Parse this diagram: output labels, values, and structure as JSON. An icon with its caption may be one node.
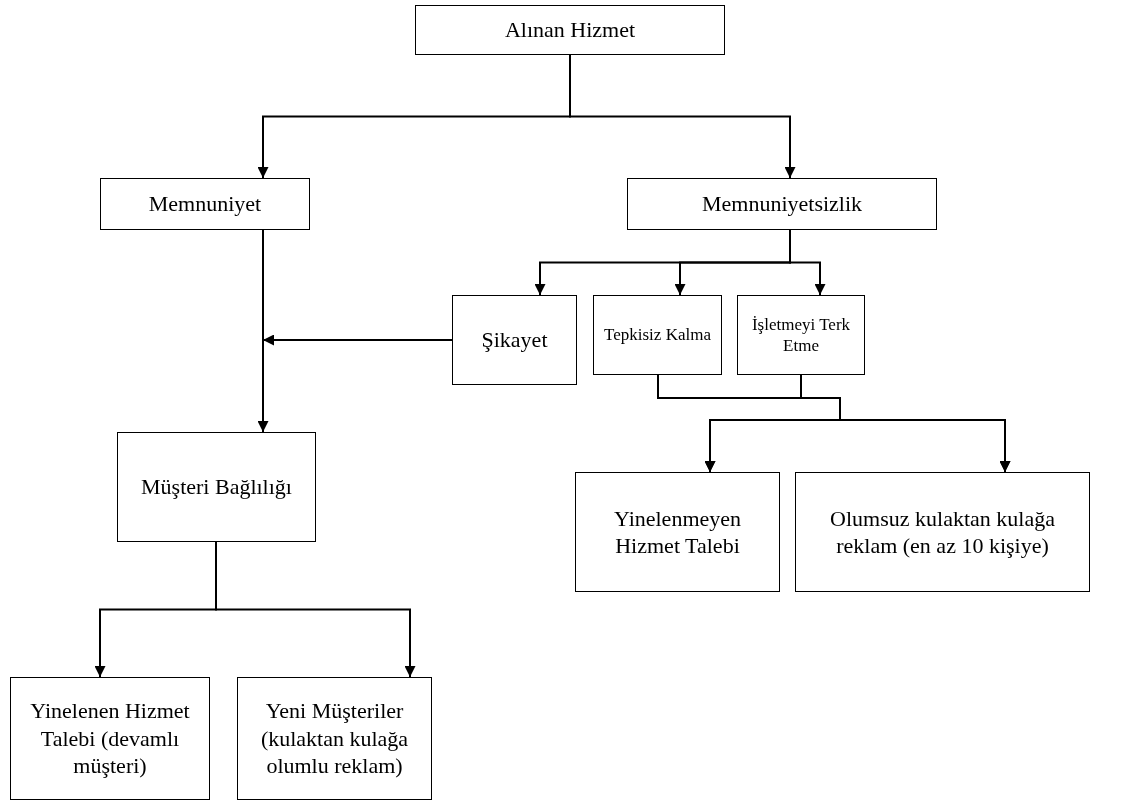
{
  "diagram": {
    "nodes": [
      {
        "text": [
          "Alınan Hizmet"
        ]
      },
      {
        "text": [
          "Memnuniyet"
        ]
      },
      {
        "text": [
          "Memnuniyetsizlik"
        ]
      },
      {
        "text": [
          "Şikayet"
        ]
      },
      {
        "text": [
          "Tepkisiz Kalma"
        ]
      },
      {
        "text": [
          "İşletmeyi Terk Etme"
        ]
      },
      {
        "text": [
          "Müşteri Bağlılığı"
        ]
      },
      {
        "text": [
          "Yinelenmeyen Hizmet Talebi"
        ]
      },
      {
        "text": [
          "Olumsuz kulaktan kulağa reklam (en az 10 kişiye)"
        ]
      },
      {
        "text": [
          "Yinelenen Hizmet Talebi (devamlı müşteri)"
        ]
      },
      {
        "text": [
          "Yeni Müşteriler (kulaktan kulağa olumlu reklam)"
        ]
      }
    ],
    "edges": [
      {
        "from": 0,
        "to": 1,
        "arrow": "to"
      },
      {
        "from": 0,
        "to": 2,
        "arrow": "to"
      },
      {
        "from": 1,
        "to": 6,
        "arrow": "to"
      },
      {
        "from": 2,
        "to": 3,
        "arrow": "to"
      },
      {
        "from": 2,
        "to": 4,
        "arrow": "to"
      },
      {
        "from": 2,
        "to": 5,
        "arrow": "to"
      },
      {
        "from": 3,
        "to": null,
        "arrow": "to"
      },
      {
        "from": 4,
        "to": 7,
        "arrow": "to"
      },
      {
        "from": 4,
        "to": 8,
        "arrow": "to"
      },
      {
        "from": 5,
        "to": 7,
        "arrow": "to"
      },
      {
        "from": 5,
        "to": 8,
        "arrow": "to"
      },
      {
        "from": 6,
        "to": 9,
        "arrow": "to"
      },
      {
        "from": 6,
        "to": 10,
        "arrow": "to"
      }
    ]
  }
}
